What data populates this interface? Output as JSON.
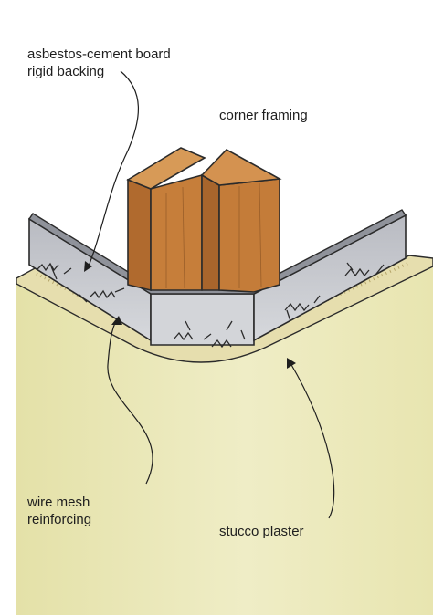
{
  "labels": {
    "backing_line1": "asbestos-cement board",
    "backing_line2": "rigid backing",
    "framing": "corner framing",
    "mesh_line1": "wire mesh",
    "mesh_line2": "reinforcing",
    "stucco": "stucco plaster"
  },
  "colors": {
    "wall": "#e7e5b0",
    "wall_shadow": "#d6d29a",
    "stucco_edge": "#d9cf96",
    "board": "#c9cbd0",
    "board_top": "#9ea1a8",
    "wood": "#c77f3b",
    "wood_dark": "#a8652c",
    "wood_top": "#d6944c",
    "ink": "#2b2b2b"
  }
}
